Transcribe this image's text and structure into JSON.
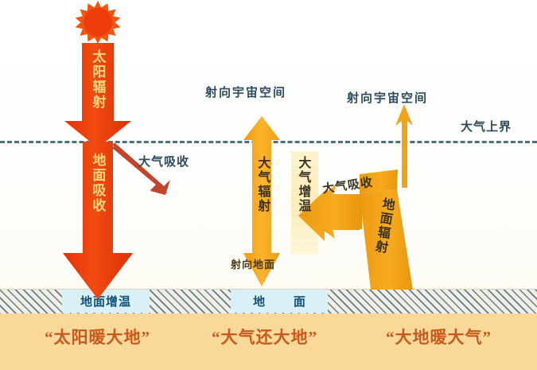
{
  "diagram": {
    "title_hidden": "",
    "boundary_label": "大气上界",
    "colors": {
      "solar_red": "#ee3b0b",
      "atmos_orange": "#f5a41e",
      "ground_hatch": "#5e7d92",
      "earth_band": "#fad89a",
      "plate_blue": "#d9f0f7",
      "slogan": "#c85a1b"
    },
    "sun": {
      "name": "sun"
    },
    "solar": {
      "radiation_label": "太阳辐射",
      "surface_absorb_label": "地面吸收",
      "atmos_absorb_label": "大气吸收"
    },
    "atmosphere": {
      "to_space_label_left": "射向宇宙空间",
      "to_space_label_right": "射向宇宙空间",
      "atmos_radiation_label": "大气辐射",
      "to_ground_label": "射向地面",
      "warming_label": "大气增温"
    },
    "ground": {
      "surface_radiation_label": "地面辐射",
      "atmos_absorb_label": "大气吸收",
      "warming_plate": "地面增温",
      "ground_plate": "地 面"
    },
    "slogans": [
      "“太阳暖大地”",
      "“大气还大地”",
      "“大地暖大气”"
    ]
  }
}
